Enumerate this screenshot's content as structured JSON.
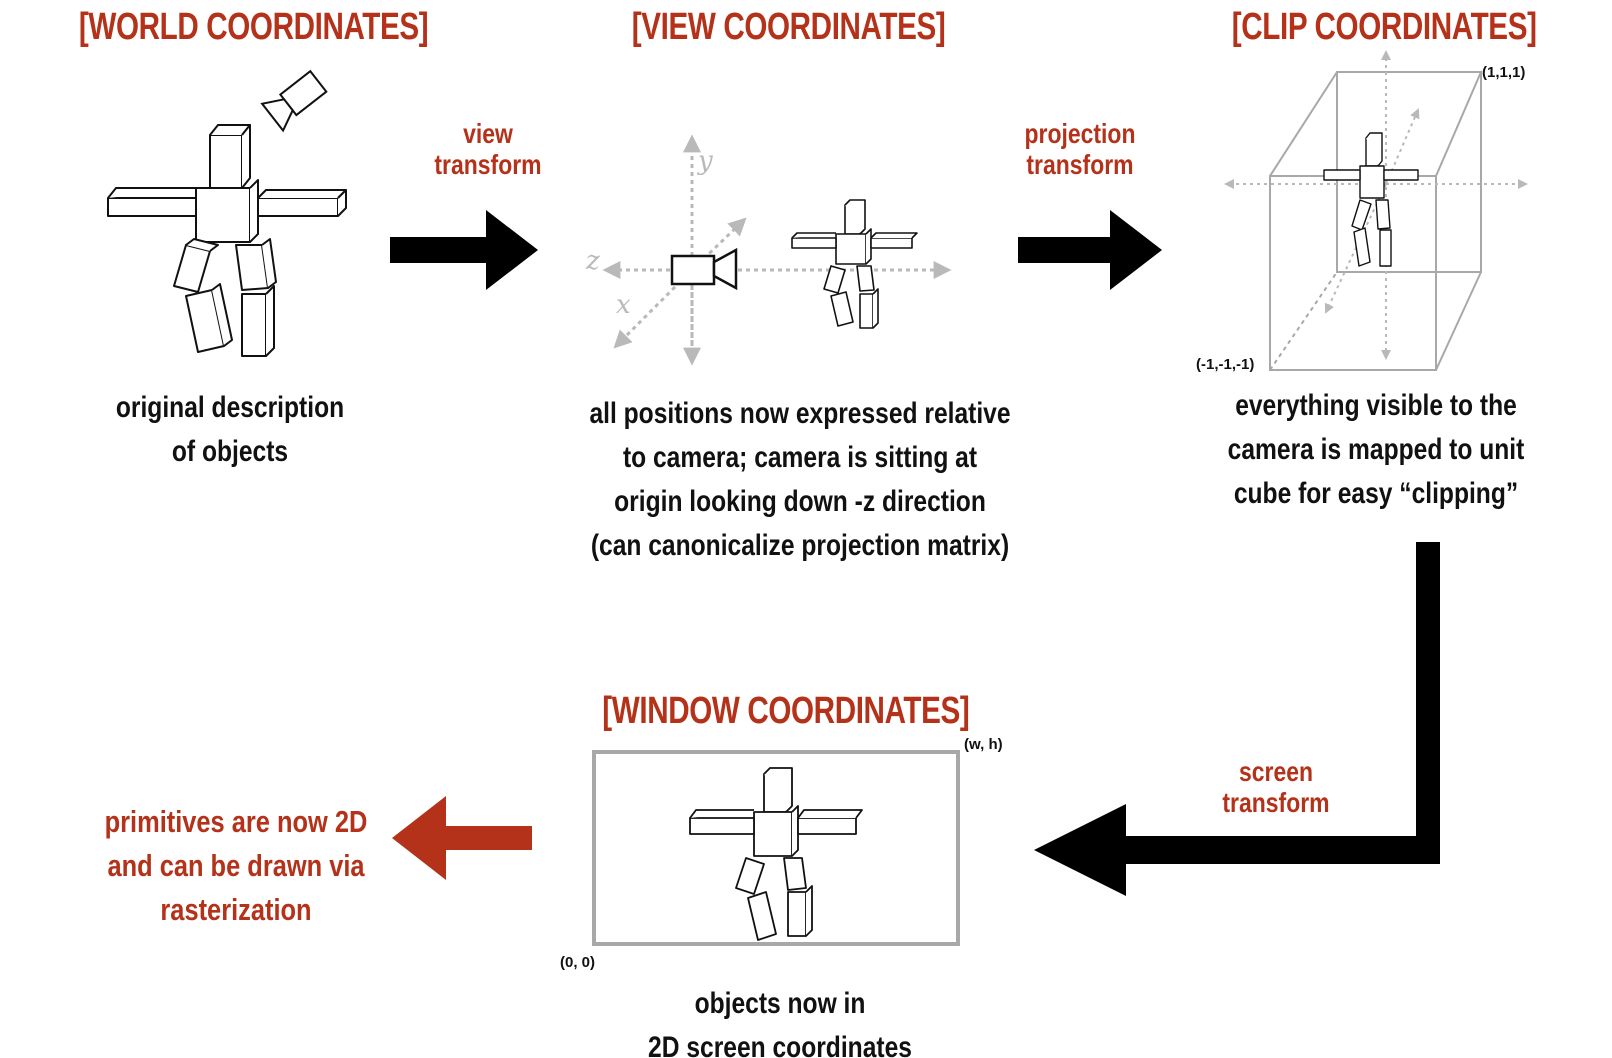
{
  "titles": {
    "world": "[WORLD COORDINATES]",
    "view": "[VIEW COORDINATES]",
    "clip": "[CLIP COORDINATES]",
    "window": "[WINDOW COORDINATES]"
  },
  "transforms": {
    "view": [
      "view",
      "transform"
    ],
    "projection": [
      "projection",
      "transform"
    ],
    "screen": [
      "screen",
      "transform"
    ]
  },
  "captions": {
    "world": [
      "original description",
      "of objects"
    ],
    "view": [
      "all positions now expressed relative",
      "to camera; camera is sitting at",
      "origin looking down -z direction",
      "(can canonicalize projection matrix)"
    ],
    "clip": [
      "everything visible to the",
      "camera is mapped to unit",
      "cube for easy “clipping”"
    ],
    "window": [
      "objects now in",
      "2D screen coordinates"
    ],
    "result": [
      "primitives are now 2D",
      "and can be drawn via",
      "rasterization"
    ]
  },
  "axis_labels": {
    "y": "y",
    "z": "z",
    "x": "x"
  },
  "corner_labels": {
    "clip_max": "(1,1,1)",
    "clip_min": "(-1,-1,-1)",
    "window_max": "(w, h)",
    "window_min": "(0, 0)"
  },
  "colors": {
    "accent": "#b5321a",
    "text": "#111111",
    "arrow": "#000000",
    "axis": "#b9b9b9",
    "frame": "#a8a8a8"
  }
}
